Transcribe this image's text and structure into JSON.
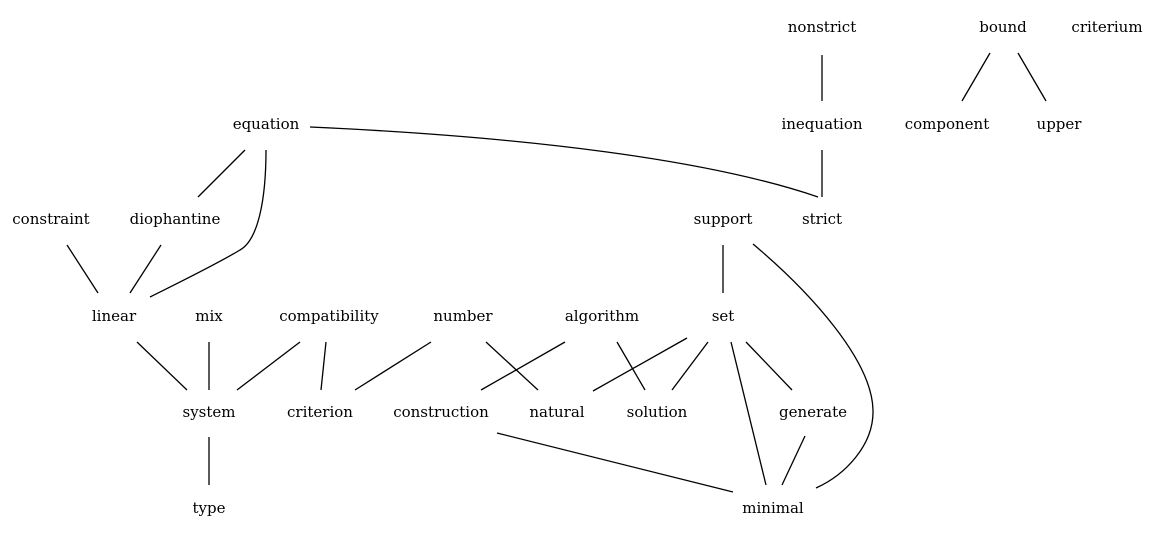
{
  "diagram": {
    "nodes": {
      "nonstrict": "nonstrict",
      "bound": "bound",
      "criterium": "criterium",
      "equation": "equation",
      "inequation": "inequation",
      "component": "component",
      "upper": "upper",
      "constraint": "constraint",
      "diophantine": "diophantine",
      "support": "support",
      "strict": "strict",
      "linear": "linear",
      "mix": "mix",
      "compatibility": "compatibility",
      "number": "number",
      "algorithm": "algorithm",
      "set": "set",
      "system": "system",
      "criterion": "criterion",
      "construction": "construction",
      "natural": "natural",
      "solution": "solution",
      "generate": "generate",
      "type": "type",
      "minimal": "minimal"
    },
    "edges": [
      [
        "nonstrict",
        "inequation"
      ],
      [
        "bound",
        "component"
      ],
      [
        "bound",
        "upper"
      ],
      [
        "inequation",
        "strict"
      ],
      [
        "equation",
        "diophantine"
      ],
      [
        "equation",
        "linear"
      ],
      [
        "equation",
        "strict"
      ],
      [
        "constraint",
        "linear"
      ],
      [
        "diophantine",
        "linear"
      ],
      [
        "support",
        "set"
      ],
      [
        "support",
        "minimal"
      ],
      [
        "linear",
        "system"
      ],
      [
        "mix",
        "system"
      ],
      [
        "compatibility",
        "system"
      ],
      [
        "compatibility",
        "criterion"
      ],
      [
        "number",
        "criterion"
      ],
      [
        "number",
        "natural"
      ],
      [
        "algorithm",
        "construction"
      ],
      [
        "algorithm",
        "solution"
      ],
      [
        "set",
        "natural"
      ],
      [
        "set",
        "solution"
      ],
      [
        "set",
        "generate"
      ],
      [
        "set",
        "minimal"
      ],
      [
        "system",
        "type"
      ],
      [
        "construction",
        "minimal"
      ],
      [
        "generate",
        "minimal"
      ]
    ]
  }
}
